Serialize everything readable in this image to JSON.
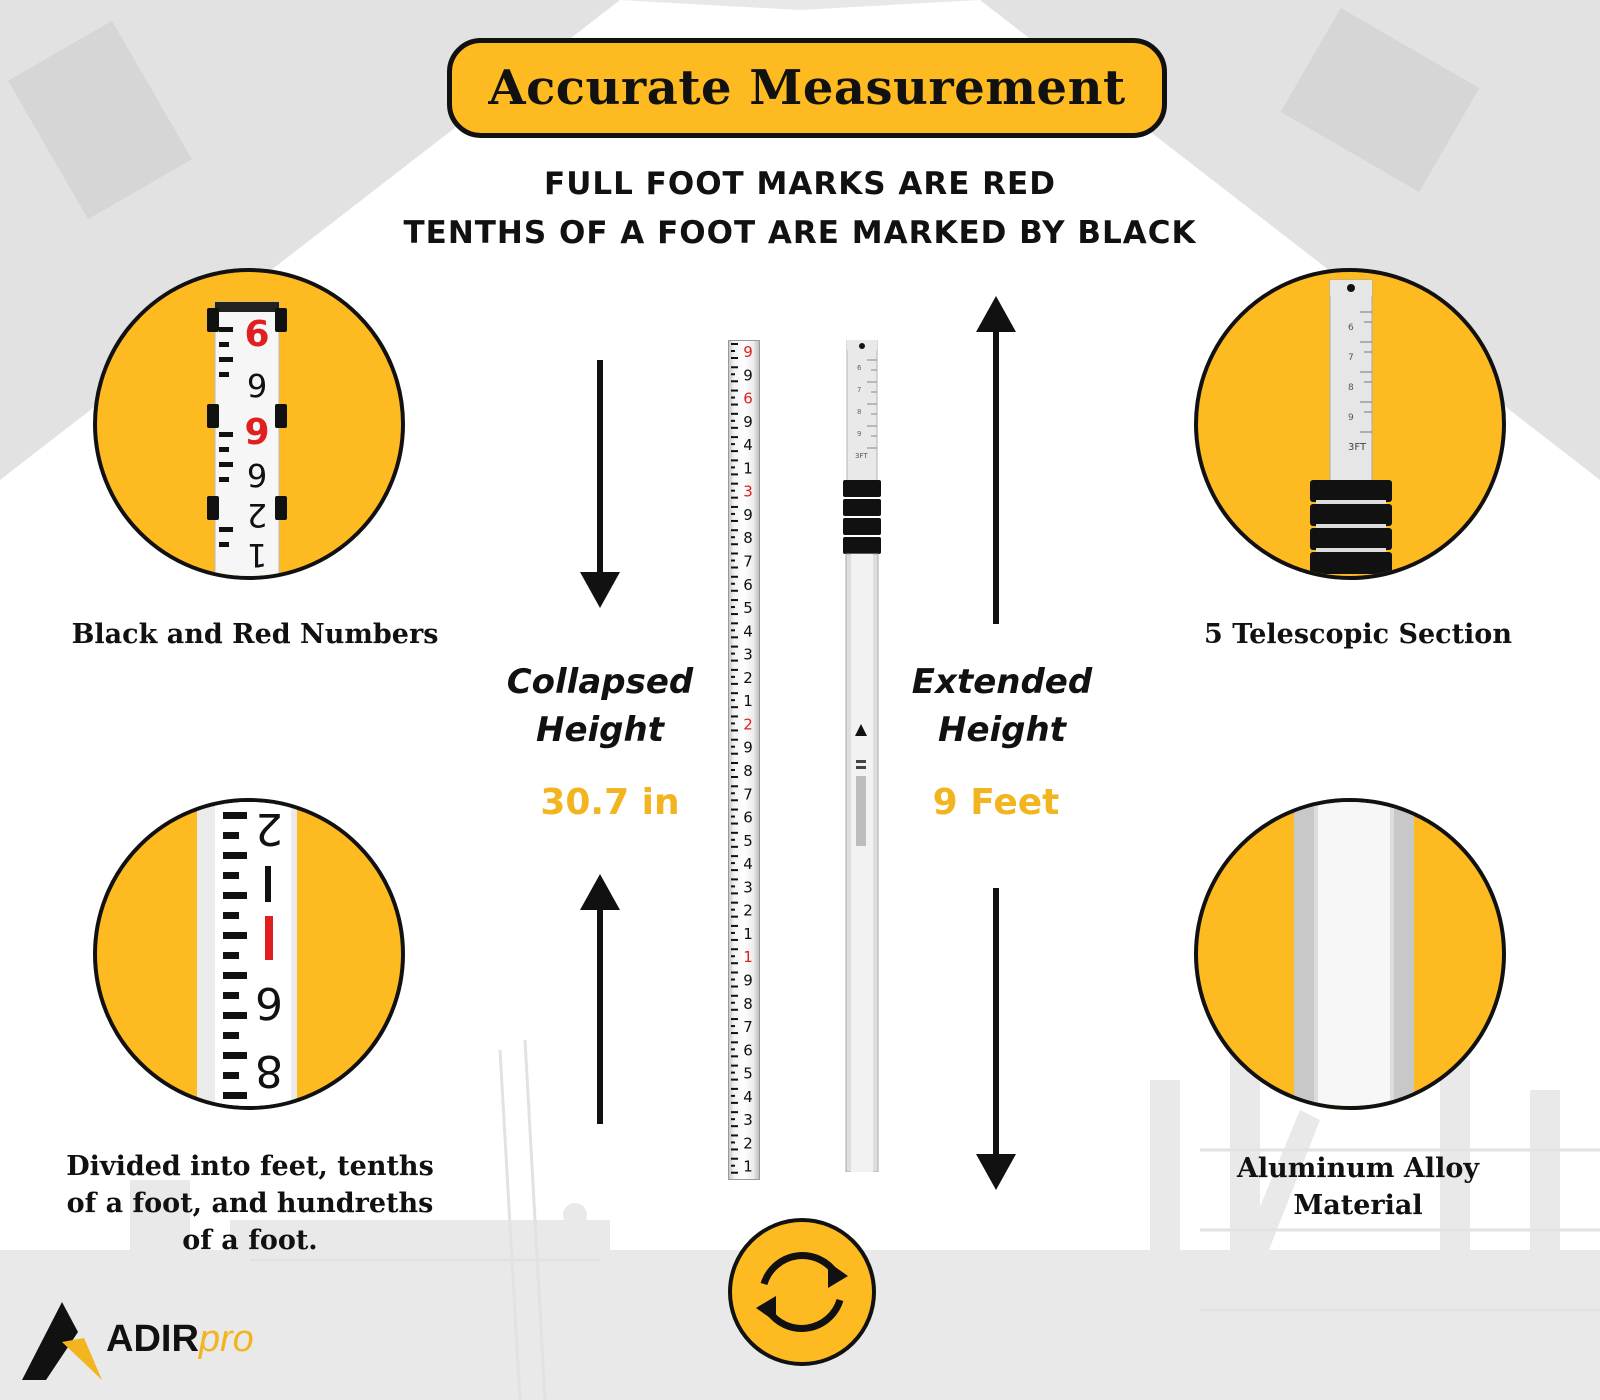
{
  "title": "Accurate Measurement",
  "subtitle_line1": "FULL FOOT MARKS ARE RED",
  "subtitle_line2": "TENTHS OF A FOOT ARE MARKED BY BLACK",
  "features": {
    "top_left": "Black and Red Numbers",
    "top_right": "5 Telescopic Section",
    "bottom_left": [
      "Divided into feet, tenths",
      "of a foot, and hundreths",
      "of a foot."
    ],
    "bottom_right": [
      "Aluminum Alloy",
      "Material"
    ]
  },
  "collapsed": {
    "label_line1": "Collapsed",
    "label_line2": "Height",
    "value": "30.7 in"
  },
  "extended": {
    "label_line1": "Extended",
    "label_line2": "Height",
    "value": "9 Feet"
  },
  "logo": {
    "bold": "ADIR",
    "light": "pro"
  },
  "rod_labels": {
    "three_ft": "3FT"
  },
  "colors": {
    "accent": "#FDBA21",
    "value_text": "#F2B51F",
    "red_marks": "#E02020",
    "background_gray": "#E2E2E2"
  },
  "icons": [
    "arrow-down-icon",
    "arrow-up-icon",
    "refresh-icon",
    "adirpro-logo-icon"
  ]
}
